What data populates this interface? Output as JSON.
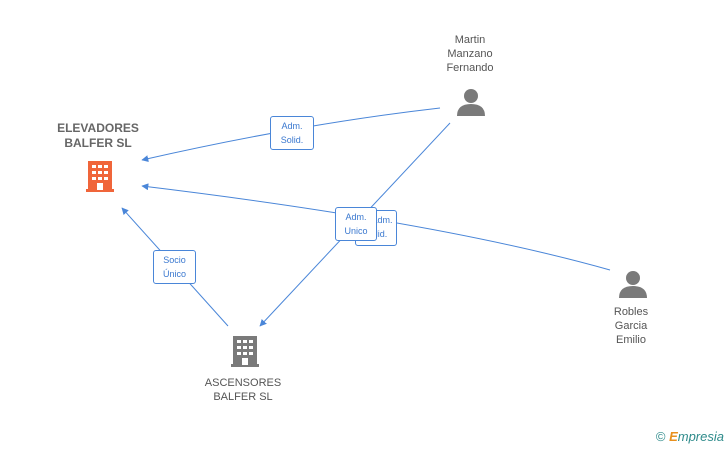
{
  "colors": {
    "edge": "#4a86d8",
    "company_main": "#f0653a",
    "company": "#7a7a7a",
    "person": "#7a7a7a"
  },
  "nodes": {
    "elevadores": {
      "label": "ELEVADORES\nBALFER SL",
      "icon": "building-icon"
    },
    "ascensores": {
      "label": "ASCENSORES\nBALFER SL",
      "icon": "building-icon"
    },
    "martin": {
      "label": "Martin\nManzano\nFernando",
      "icon": "person-icon"
    },
    "robles": {
      "label": "Robles\nGarcia\nEmilio",
      "icon": "person-icon"
    }
  },
  "edges": {
    "martin_elevadores": "Adm.\nSolid.",
    "robles_elevadores": "Adm.\nSolid.",
    "martin_ascensores": "Adm.\nUnico",
    "ascensores_elevadores": "Socio\nÚnico"
  },
  "watermark": {
    "symbol": "©",
    "brand_first": "E",
    "brand_rest": "mpresia"
  }
}
